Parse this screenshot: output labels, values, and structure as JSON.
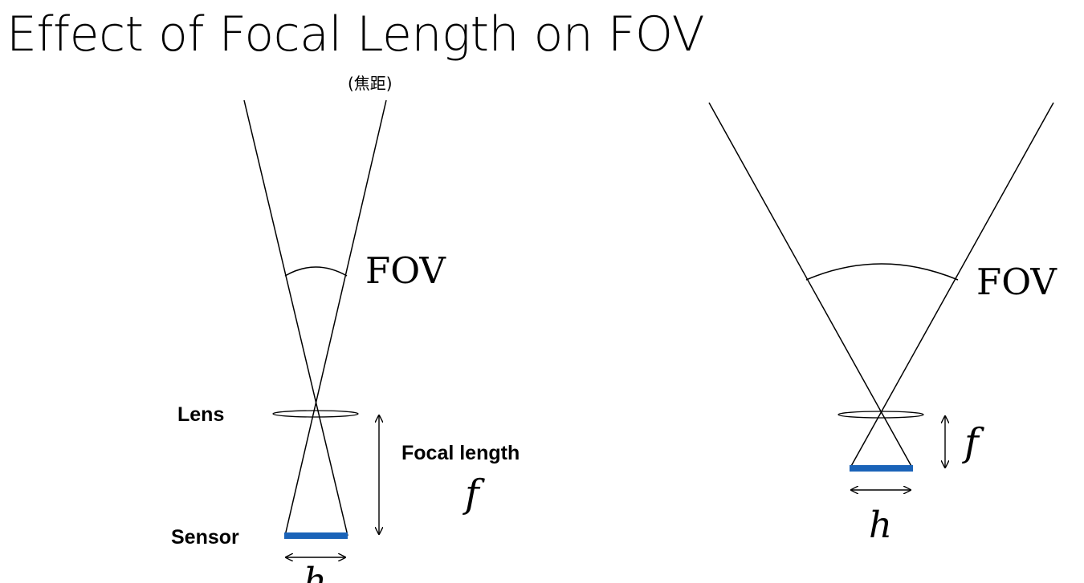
{
  "slide": {
    "title": "Effect of Focal Length on FOV",
    "subtitle": "(焦距)"
  },
  "diagrams": {
    "long_focal": {
      "fov_label": "FOV",
      "lens_label": "Lens",
      "focal_length_label": "Focal length",
      "focal_symbol": "f",
      "sensor_label": "Sensor",
      "sensor_symbol": "h"
    },
    "short_focal": {
      "fov_label": "FOV",
      "focal_symbol": "f",
      "sensor_symbol": "h"
    }
  },
  "colors": {
    "line": "#000000",
    "sensor": "#1a63b8",
    "background": "#ffffff"
  }
}
